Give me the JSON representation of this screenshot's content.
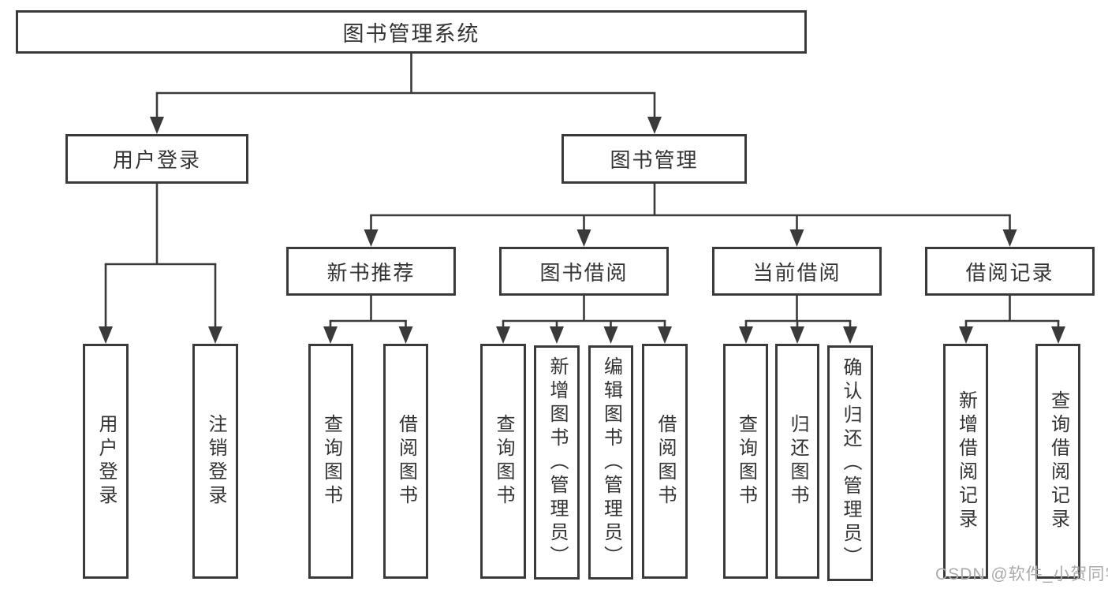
{
  "tree": {
    "root": {
      "label": "图书管理系统",
      "children": [
        {
          "label": "用户登录",
          "children": [
            {
              "label": "用户登录"
            },
            {
              "label": "注销登录"
            }
          ]
        },
        {
          "label": "图书管理",
          "children": [
            {
              "label": "新书推荐",
              "children": [
                {
                  "label": "查询图书"
                },
                {
                  "label": "借阅图书"
                }
              ]
            },
            {
              "label": "图书借阅",
              "children": [
                {
                  "label": "查询图书"
                },
                {
                  "label": "新增图书（管理员）"
                },
                {
                  "label": "编辑图书（管理员）"
                },
                {
                  "label": "借阅图书"
                }
              ]
            },
            {
              "label": "当前借阅",
              "children": [
                {
                  "label": "查询图书"
                },
                {
                  "label": "归还图书"
                },
                {
                  "label": "确认归还（管理员）"
                }
              ]
            },
            {
              "label": "借阅记录",
              "children": [
                {
                  "label": "新增借阅记录"
                },
                {
                  "label": "查询借阅记录"
                }
              ]
            }
          ]
        }
      ]
    }
  },
  "watermark": {
    "text": "CSDN @软件_小贺同学"
  },
  "colors": {
    "line": "#3a3a3a",
    "text": "#333333",
    "background": "#ffffff",
    "watermark": "#ababab"
  }
}
